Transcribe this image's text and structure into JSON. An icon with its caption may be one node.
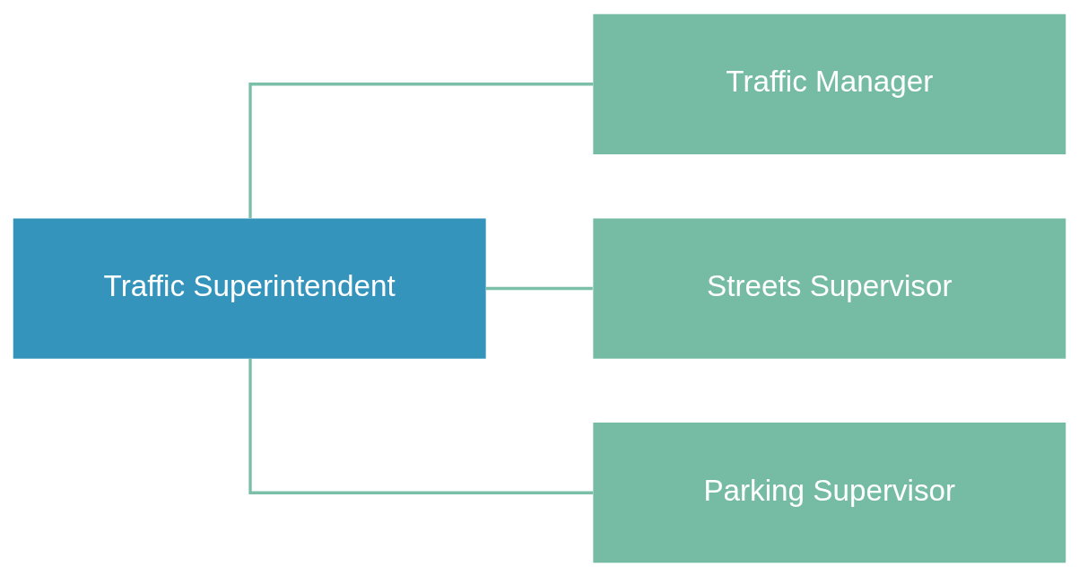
{
  "diagram": {
    "nodes": [
      {
        "text": [
          "Traffic Superintendent"
        ]
      },
      {
        "text": [
          "Traffic Manager"
        ]
      },
      {
        "text": [
          "Streets Supervisor"
        ]
      },
      {
        "text": [
          "Parking Supervisor"
        ]
      }
    ],
    "edges": [
      {
        "from": 0,
        "to": 1,
        "arrow": "none"
      },
      {
        "from": 0,
        "to": 2,
        "arrow": "none"
      },
      {
        "from": 0,
        "to": 3,
        "arrow": "none"
      }
    ]
  }
}
